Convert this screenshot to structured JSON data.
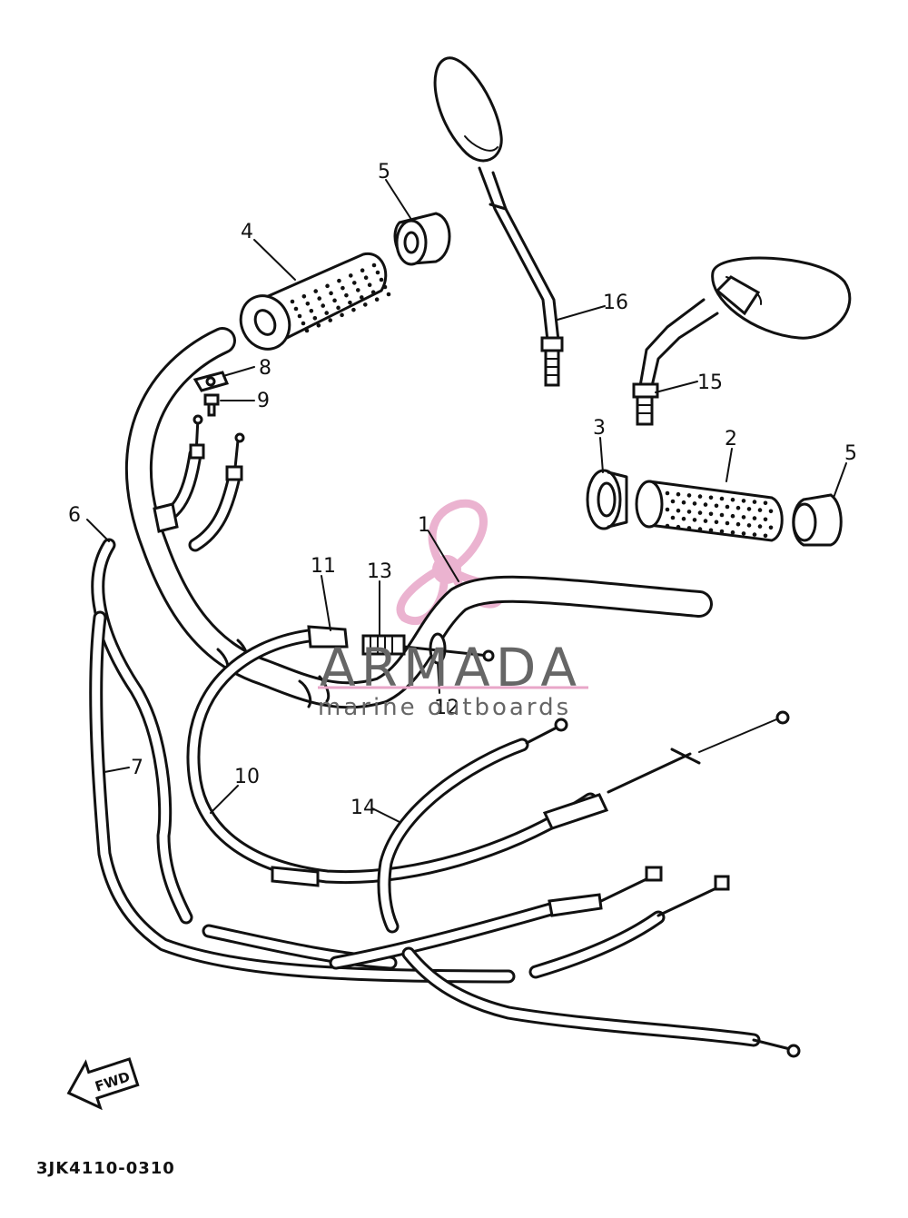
{
  "diagram": {
    "callouts": [
      {
        "id": "1",
        "label": "1"
      },
      {
        "id": "2",
        "label": "2"
      },
      {
        "id": "3",
        "label": "3"
      },
      {
        "id": "4",
        "label": "4"
      },
      {
        "id": "5a",
        "label": "5"
      },
      {
        "id": "5b",
        "label": "5"
      },
      {
        "id": "6",
        "label": "6"
      },
      {
        "id": "7",
        "label": "7"
      },
      {
        "id": "8",
        "label": "8"
      },
      {
        "id": "9",
        "label": "9"
      },
      {
        "id": "10",
        "label": "10"
      },
      {
        "id": "11",
        "label": "11"
      },
      {
        "id": "12",
        "label": "12"
      },
      {
        "id": "13",
        "label": "13"
      },
      {
        "id": "14",
        "label": "14"
      },
      {
        "id": "15",
        "label": "15"
      },
      {
        "id": "16",
        "label": "16"
      }
    ],
    "fwd_label": "FWD",
    "part_code": "3JK4110-0310"
  },
  "watermark": {
    "title": "ARMADA",
    "subtitle": "marine outboards",
    "color": "#e8a6c8",
    "icon": "propeller-logo"
  }
}
